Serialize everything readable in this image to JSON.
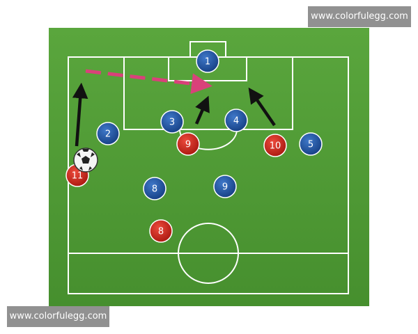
{
  "watermark_top": "www.colorfulegg.com",
  "watermark_bottom": "www.colorfulegg.com",
  "colors": {
    "pitch": "#4f9a35",
    "lines": "#ffffff",
    "blue_team": "#1d4e9c",
    "red_team": "#c8241c",
    "pass_arrow": "#d9417a",
    "run_arrow": "#111111"
  },
  "players": [
    {
      "team": "blue",
      "number": "1"
    },
    {
      "team": "blue",
      "number": "2"
    },
    {
      "team": "blue",
      "number": "3"
    },
    {
      "team": "blue",
      "number": "4"
    },
    {
      "team": "blue",
      "number": "5"
    },
    {
      "team": "blue",
      "number": "8"
    },
    {
      "team": "blue",
      "number": "9"
    },
    {
      "team": "red",
      "number": "9"
    },
    {
      "team": "red",
      "number": "10"
    },
    {
      "team": "red",
      "number": "11"
    },
    {
      "team": "red",
      "number": "8"
    }
  ]
}
